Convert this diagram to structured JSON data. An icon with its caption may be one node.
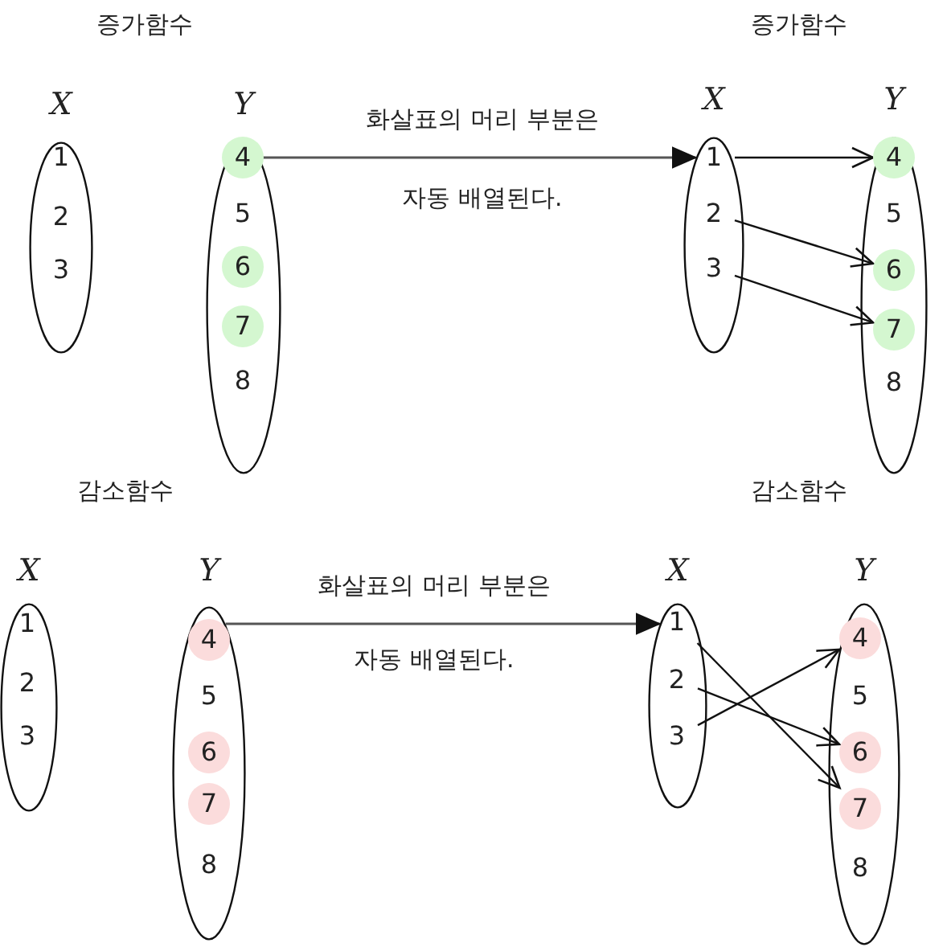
{
  "diagram": {
    "nodes": [
      {
        "text": [
          "X"
        ]
      },
      {
        "text": [
          "1"
        ],
        "in": 0
      },
      {
        "text": [
          "2"
        ],
        "in": 0
      },
      {
        "text": [
          "3"
        ],
        "in": 0
      },
      {
        "text": [
          "Y"
        ]
      },
      {
        "text": [
          "4"
        ],
        "in": 4
      },
      {
        "text": [
          "5"
        ],
        "in": 4
      },
      {
        "text": [
          "6"
        ],
        "in": 4
      },
      {
        "text": [
          "7"
        ],
        "in": 4
      },
      {
        "text": [
          "8"
        ],
        "in": 4
      },
      {
        "text": [
          "X"
        ]
      },
      {
        "text": [
          "1"
        ],
        "in": 10
      },
      {
        "text": [
          "2"
        ],
        "in": 10
      },
      {
        "text": [
          "3"
        ],
        "in": 10
      },
      {
        "text": [
          "Y"
        ]
      },
      {
        "text": [
          "4"
        ],
        "in": 14
      },
      {
        "text": [
          "5"
        ],
        "in": 14
      },
      {
        "text": [
          "6"
        ],
        "in": 14
      },
      {
        "text": [
          "7"
        ],
        "in": 14
      },
      {
        "text": [
          "8"
        ],
        "in": 14
      },
      {
        "text": [
          "X"
        ]
      },
      {
        "text": [
          "1"
        ],
        "in": 20
      },
      {
        "text": [
          "2"
        ],
        "in": 20
      },
      {
        "text": [
          "3"
        ],
        "in": 20
      },
      {
        "text": [
          "Y"
        ]
      },
      {
        "text": [
          "4"
        ],
        "in": 24
      },
      {
        "text": [
          "5"
        ],
        "in": 24
      },
      {
        "text": [
          "6"
        ],
        "in": 24
      },
      {
        "text": [
          "7"
        ],
        "in": 24
      },
      {
        "text": [
          "8"
        ],
        "in": 24
      },
      {
        "text": [
          "X"
        ]
      },
      {
        "text": [
          "1"
        ],
        "in": 30
      },
      {
        "text": [
          "2"
        ],
        "in": 30
      },
      {
        "text": [
          "3"
        ],
        "in": 30
      },
      {
        "text": [
          "Y"
        ]
      },
      {
        "text": [
          "4"
        ],
        "in": 34
      },
      {
        "text": [
          "5"
        ],
        "in": 34
      },
      {
        "text": [
          "6"
        ],
        "in": 34
      },
      {
        "text": [
          "7"
        ],
        "in": 34
      },
      {
        "text": [
          "8"
        ],
        "in": 34
      }
    ],
    "edges": [
      {
        "from": 4,
        "to": 10,
        "arrow": "to",
        "label": "화살표의 머리 부분은"
      },
      {
        "from": 11,
        "to": 15,
        "arrow": "to"
      },
      {
        "from": 12,
        "to": 17,
        "arrow": "to"
      },
      {
        "from": 13,
        "to": 18,
        "arrow": "to"
      },
      {
        "from": 24,
        "to": 30,
        "arrow": "to",
        "label": "화살표의 머리 부분은"
      },
      {
        "from": 31,
        "to": 38,
        "arrow": "to"
      },
      {
        "from": 32,
        "to": 37,
        "arrow": "to"
      },
      {
        "from": 33,
        "to": 35,
        "arrow": "to"
      }
    ],
    "labels": [
      "증가함수",
      "증가함수",
      "자동 배열된다.",
      "감소함수",
      "감소함수",
      "자동 배열된다."
    ]
  }
}
